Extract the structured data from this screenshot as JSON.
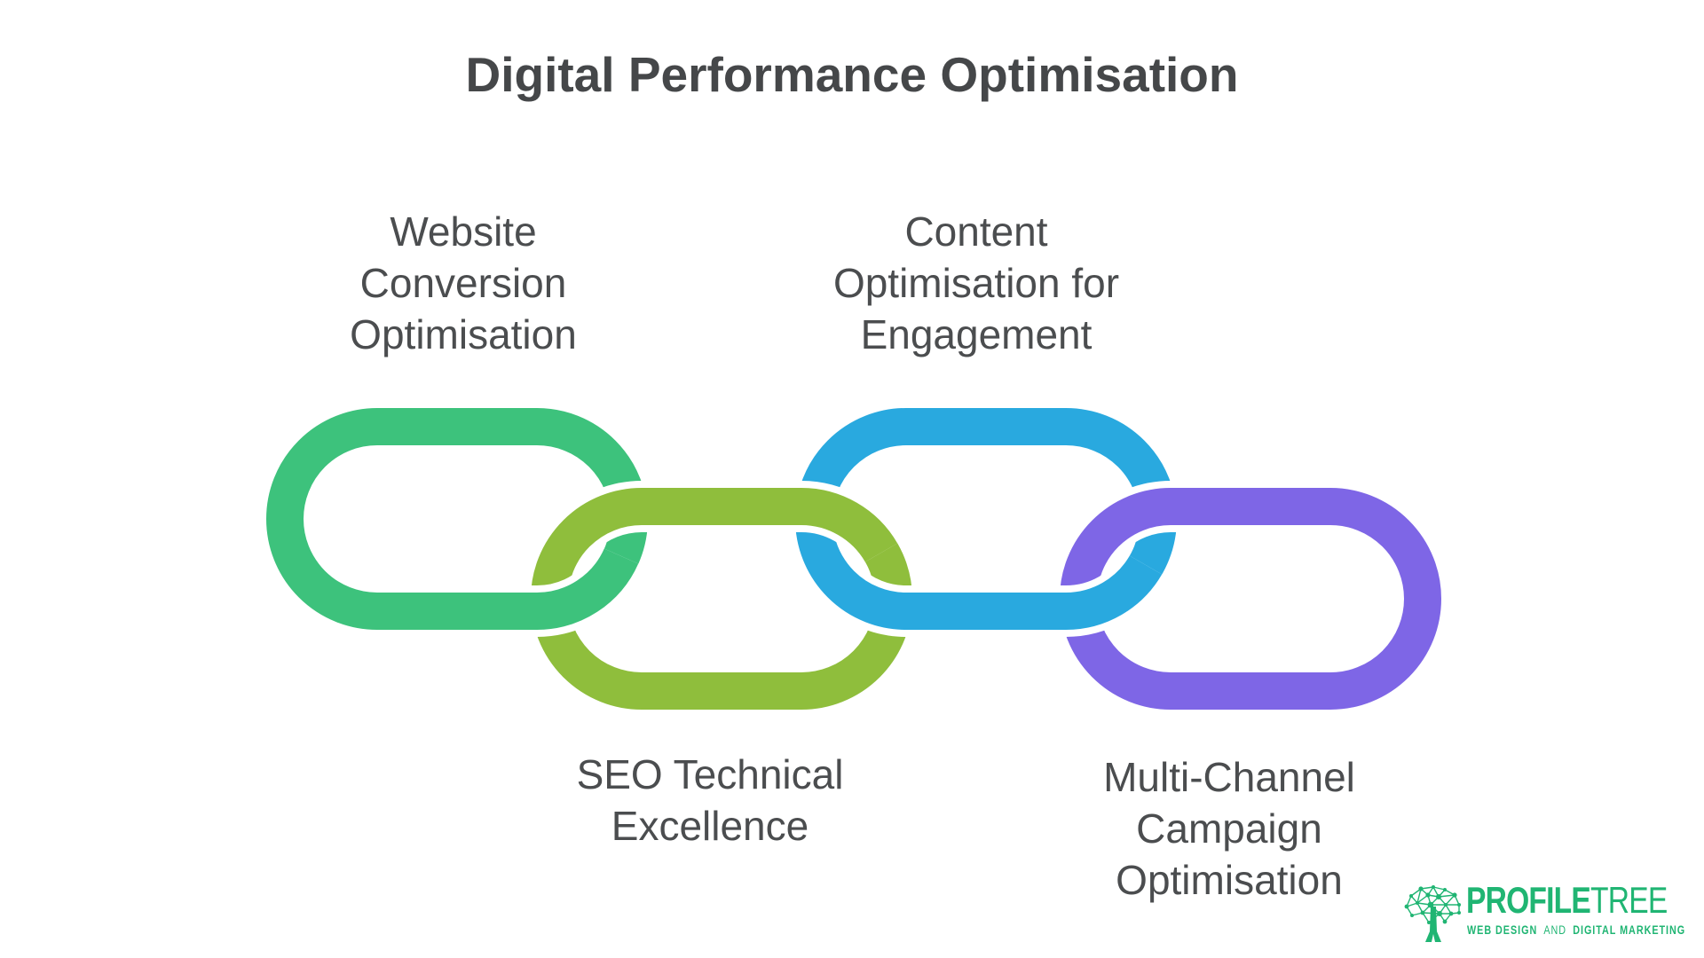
{
  "title": "Digital Performance Optimisation",
  "colors": {
    "background": "#ffffff",
    "title_text": "#454749",
    "label_text": "#4b4d4f"
  },
  "chain": {
    "links": [
      {
        "name": "website-conversion-optimisation",
        "color": "#3dc27c",
        "position": "top-left",
        "label_lines": [
          "Website",
          "Conversion",
          "Optimisation"
        ]
      },
      {
        "name": "seo-technical-excellence",
        "color": "#8fbe3c",
        "position": "bottom-left",
        "label_lines": [
          "SEO Technical",
          "Excellence"
        ]
      },
      {
        "name": "content-optimisation-for-engagement",
        "color": "#29a9df",
        "position": "top-right",
        "label_lines": [
          "Content",
          "Optimisation for",
          "Engagement"
        ]
      },
      {
        "name": "multi-channel-campaign-optimisation",
        "color": "#7e66e6",
        "position": "bottom-right",
        "label_lines": [
          "Multi-Channel",
          "Campaign",
          "Optimisation"
        ]
      }
    ]
  },
  "logo": {
    "brand_primary": "PROFILE",
    "brand_secondary": "TREE",
    "tagline_segments": [
      "WEB DESIGN",
      "AND",
      "DIGITAL MARKETING"
    ],
    "color": "#20b573"
  }
}
